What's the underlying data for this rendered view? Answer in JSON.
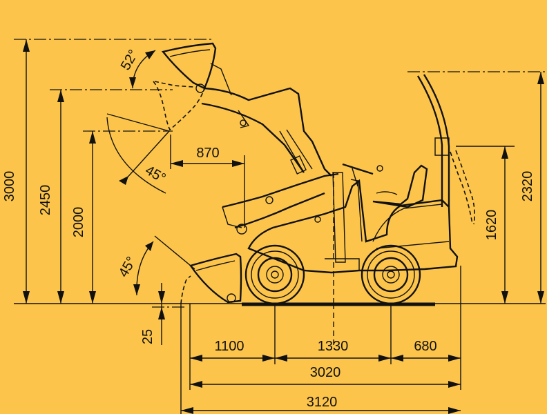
{
  "colors": {
    "background": "#fcc44a",
    "ink": "#111111"
  },
  "dimensions": {
    "height_3000": "3000",
    "height_2450": "2450",
    "height_2000": "2000",
    "depth_25": "25",
    "reach_870": "870",
    "angle_52": "52°",
    "angle_45_top": "45°",
    "angle_45_bottom": "45°",
    "height_2320": "2320",
    "height_1620": "1620",
    "front_1100": "1100",
    "wheelbase_1330": "1330",
    "rear_680": "680",
    "length_3020": "3020",
    "length_3120": "3120"
  }
}
